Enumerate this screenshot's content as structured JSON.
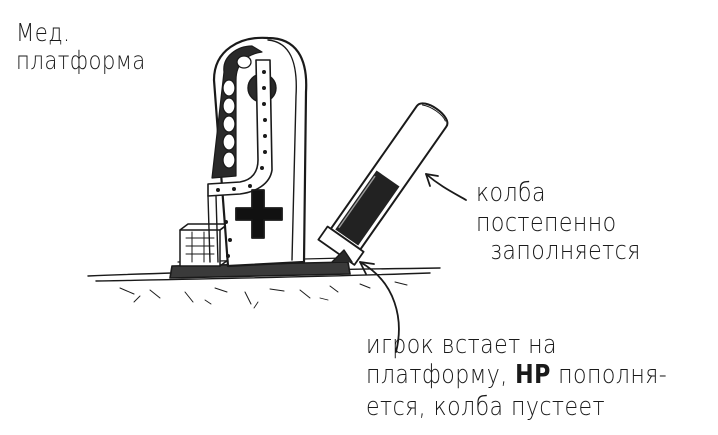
{
  "title": {
    "line1": "Мед.",
    "line2": "платформа"
  },
  "flask_note": {
    "line1": "колба",
    "line2": "постепенно",
    "line3": "заполняется"
  },
  "player_note": {
    "line1": "игрок встает на",
    "line2_a": "платформу,",
    "line2_hp": "HP",
    "line2_b": "пополня-",
    "line3": "ется, колба пустеет"
  },
  "colors": {
    "ink": "#1a1a1a",
    "paper": "#ffffff",
    "shade": "#9a9a9a"
  },
  "icons": [
    "medical-cross-icon",
    "arrow-icon"
  ]
}
